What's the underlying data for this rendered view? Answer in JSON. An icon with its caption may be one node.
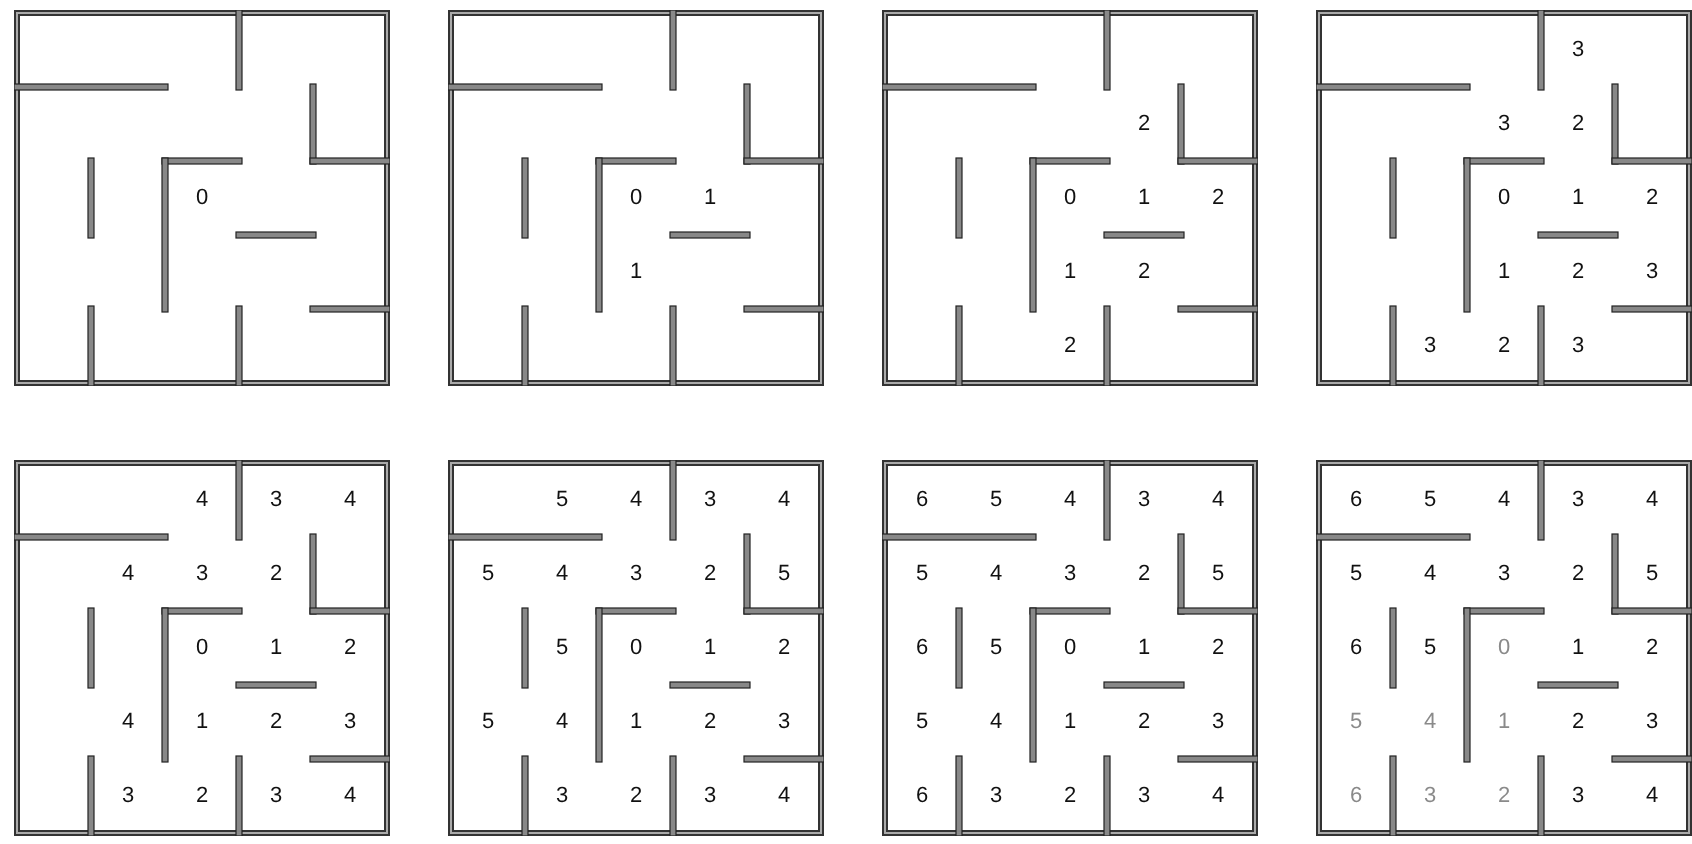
{
  "diagram": {
    "labels": [
      "0",
      "0",
      "1",
      "1",
      "2",
      "0",
      "1",
      "2",
      "1",
      "2",
      "2",
      "3",
      "3",
      "2",
      "0",
      "1",
      "2",
      "1",
      "2",
      "3",
      "3",
      "2",
      "3",
      "4",
      "3",
      "4",
      "4",
      "3",
      "2",
      "0",
      "1",
      "2",
      "4",
      "1",
      "2",
      "3",
      "3",
      "2",
      "3",
      "4",
      "5",
      "4",
      "3",
      "4",
      "5",
      "4",
      "3",
      "2",
      "5",
      "5",
      "0",
      "1",
      "2",
      "5",
      "4",
      "1",
      "2",
      "3",
      "3",
      "2",
      "3",
      "4",
      "6",
      "5",
      "4",
      "3",
      "4",
      "5",
      "4",
      "3",
      "2",
      "5",
      "6",
      "5",
      "0",
      "1",
      "2",
      "5",
      "4",
      "1",
      "2",
      "3",
      "6",
      "3",
      "2",
      "3",
      "4",
      "6",
      "5",
      "4",
      "3",
      "4",
      "5",
      "4",
      "3",
      "2",
      "5",
      "6",
      "5",
      "0",
      "1",
      "2",
      "5",
      "4",
      "1",
      "2",
      "3",
      "6",
      "3",
      "2",
      "3",
      "4"
    ]
  }
}
